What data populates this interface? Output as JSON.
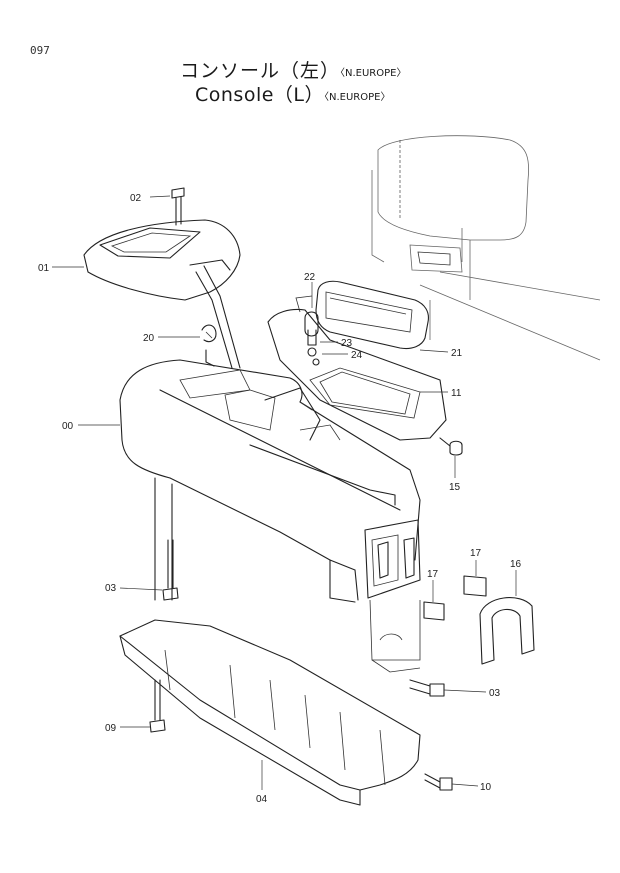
{
  "page": {
    "number": "097"
  },
  "title": {
    "jp": "コンソール（左）",
    "jp_note": "〈N.EUROPE〉",
    "en": "Console（L）",
    "en_note": "〈N.EUROPE〉"
  },
  "callouts": {
    "c00": "00",
    "c01": "01",
    "c02": "02",
    "c03a": "03",
    "c03b": "03",
    "c04": "04",
    "c09": "09",
    "c10": "10",
    "c11": "11",
    "c15": "15",
    "c16": "16",
    "c17a": "17",
    "c17b": "17",
    "c20": "20",
    "c21": "21",
    "c22": "22",
    "c23": "23",
    "c24": "24"
  }
}
